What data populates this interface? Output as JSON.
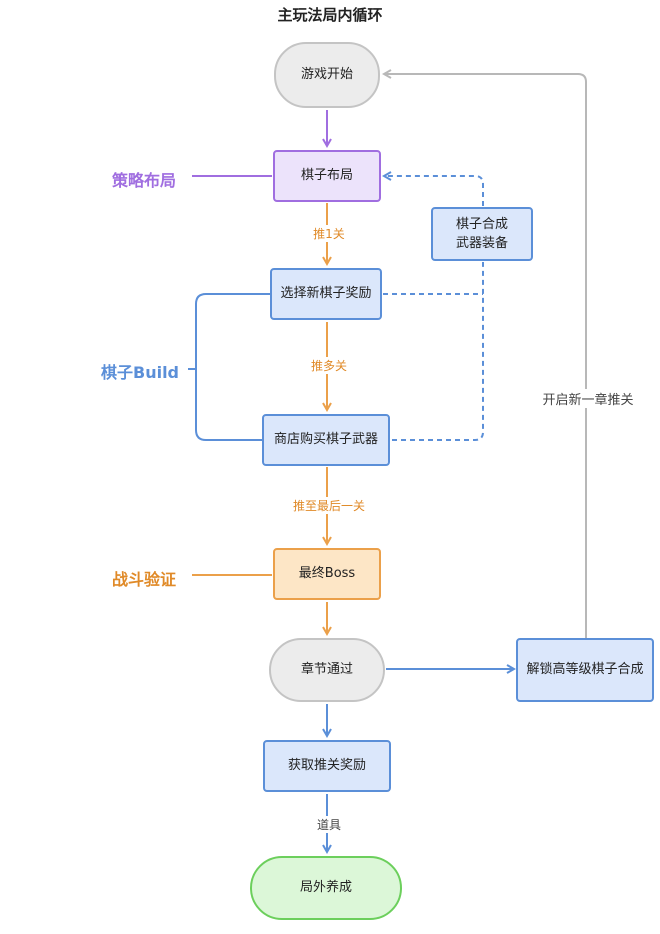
{
  "title": "主玩法局内循环",
  "nodes": {
    "start": "游戏开始",
    "layout": "棋子布局",
    "merge_line1": "棋子合成",
    "merge_line2": "武器装备",
    "choose": "选择新棋子奖励",
    "shop": "商店购买棋子武器",
    "boss": "最终Boss",
    "clear": "章节通过",
    "unlock": "解锁高等级棋子合成",
    "reward": "获取推关奖励",
    "meta": "局外养成"
  },
  "edges": {
    "push1": "推1关",
    "push_many": "推多关",
    "push_last": "推至最后一关",
    "items": "道具",
    "next_chapter": "开启新一章推关"
  },
  "phases": {
    "strategy": "策略布局",
    "build": "棋子Build",
    "battle": "战斗验证"
  },
  "colors": {
    "purple": "#a06ee0",
    "blue": "#5b8fd8",
    "orange": "#eba04a",
    "gray": "#c4c4c4",
    "green": "#6ccf5c"
  }
}
